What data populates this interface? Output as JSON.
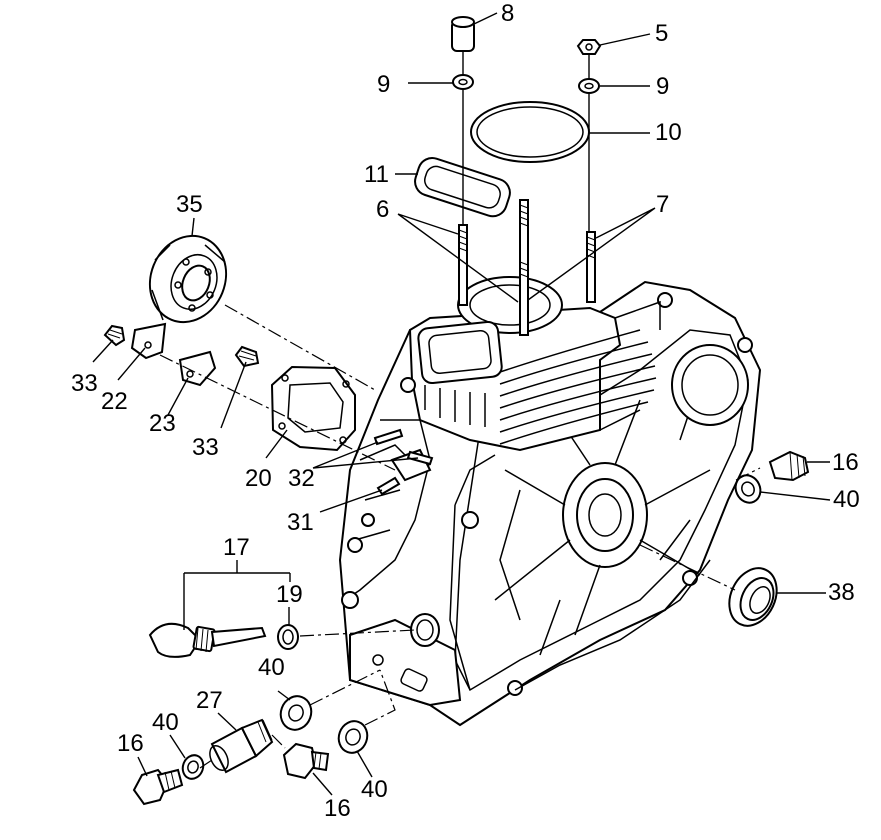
{
  "callouts": [
    {
      "id": "c8",
      "text": "8"
    },
    {
      "id": "c5",
      "text": "5"
    },
    {
      "id": "c9a",
      "text": "9"
    },
    {
      "id": "c9b",
      "text": "9"
    },
    {
      "id": "c10",
      "text": "10"
    },
    {
      "id": "c11",
      "text": "11"
    },
    {
      "id": "c6",
      "text": "6"
    },
    {
      "id": "c7",
      "text": "7"
    },
    {
      "id": "c35",
      "text": "35"
    },
    {
      "id": "c33a",
      "text": "33"
    },
    {
      "id": "c22",
      "text": "22"
    },
    {
      "id": "c23",
      "text": "23"
    },
    {
      "id": "c33b",
      "text": "33"
    },
    {
      "id": "c20",
      "text": "20"
    },
    {
      "id": "c32",
      "text": "32"
    },
    {
      "id": "c31",
      "text": "31"
    },
    {
      "id": "c16a",
      "text": "16"
    },
    {
      "id": "c40a",
      "text": "40"
    },
    {
      "id": "c38",
      "text": "38"
    },
    {
      "id": "c17",
      "text": "17"
    },
    {
      "id": "c19",
      "text": "19"
    },
    {
      "id": "c40b",
      "text": "40"
    },
    {
      "id": "c27",
      "text": "27"
    },
    {
      "id": "c40c",
      "text": "40"
    },
    {
      "id": "c16b",
      "text": "16"
    },
    {
      "id": "c16c",
      "text": "16"
    },
    {
      "id": "c40d",
      "text": "40"
    }
  ]
}
